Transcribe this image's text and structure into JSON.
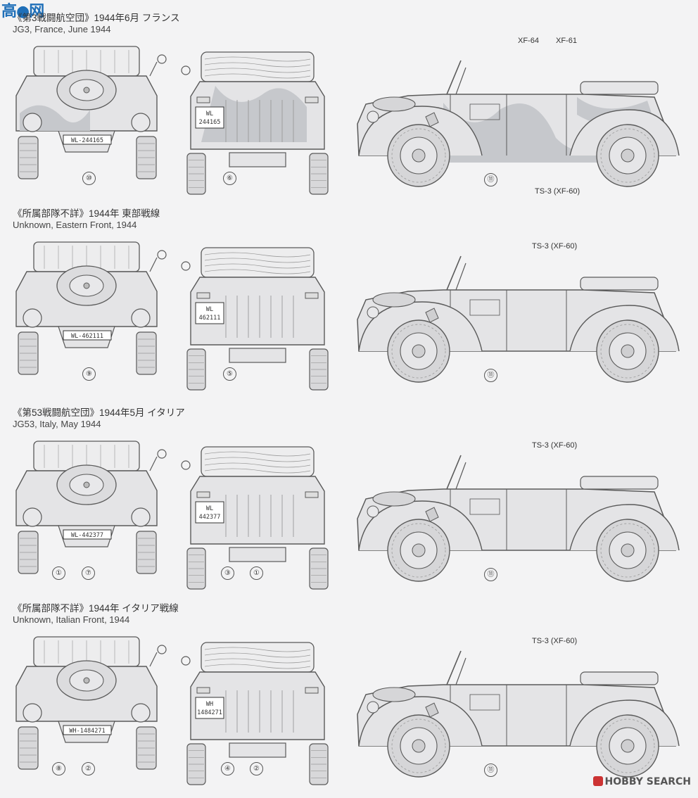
{
  "logo": {
    "text": "高●网"
  },
  "sections": [
    {
      "caption_jp": "《第3戦闘航空団》1944年6月 フランス",
      "caption_en": "JG3, France, June 1944",
      "front_plate": "WL-244165",
      "rear_plate": [
        "WL",
        "244165"
      ],
      "front_callouts": [
        "⑩"
      ],
      "rear_callouts": [
        "⑥"
      ],
      "side_callouts": [
        "⑪"
      ],
      "paints": [
        "XF-64",
        "XF-61",
        "TS-3 (XF-60)"
      ],
      "camo": true
    },
    {
      "caption_jp": "《所属部隊不詳》1944年 東部戦線",
      "caption_en": "Unknown, Eastern Front, 1944",
      "front_plate": "WL-462111",
      "rear_plate": [
        "WL",
        "462111"
      ],
      "front_callouts": [
        "⑨"
      ],
      "rear_callouts": [
        "⑤"
      ],
      "side_callouts": [
        "⑪"
      ],
      "paints": [
        "TS-3 (XF-60)"
      ],
      "camo": false
    },
    {
      "caption_jp": "《第53戦闘航空団》1944年5月 イタリア",
      "caption_en": "JG53, Italy, May 1944",
      "front_plate": "WL-442377",
      "rear_plate": [
        "WL",
        "442377"
      ],
      "front_callouts": [
        "①",
        "⑦"
      ],
      "rear_callouts": [
        "③",
        "①"
      ],
      "side_callouts": [
        "⑪"
      ],
      "paints": [
        "TS-3 (XF-60)"
      ],
      "camo": false
    },
    {
      "caption_jp": "《所属部隊不詳》1944年 イタリア戦線",
      "caption_en": "Unknown, Italian Front, 1944",
      "front_plate": "WH-1484271",
      "rear_plate": [
        "WH",
        "1484271"
      ],
      "front_callouts": [
        "⑧",
        "②"
      ],
      "rear_callouts": [
        "④",
        "②"
      ],
      "side_callouts": [
        "⑪"
      ],
      "paints": [
        "TS-3 (XF-60)"
      ],
      "camo": false
    }
  ],
  "footer": {
    "brand": "HOBBY SEARCH"
  },
  "colors": {
    "line": "#5a5a5a",
    "fill": "#e4e4e6",
    "camo": "#c6c8cc"
  }
}
